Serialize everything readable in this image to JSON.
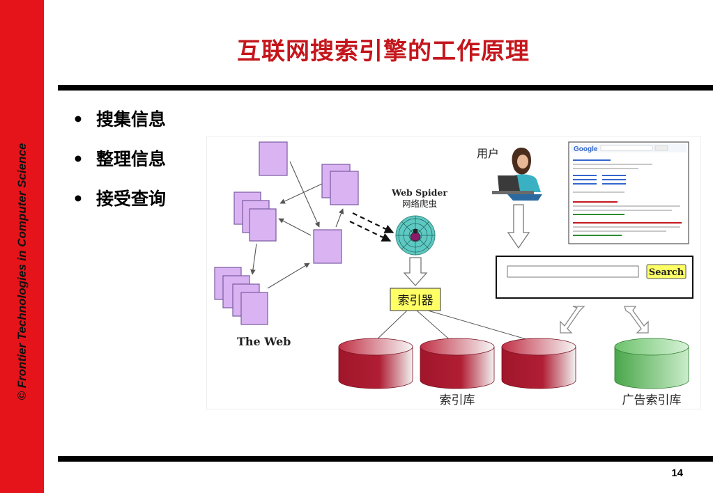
{
  "slide": {
    "sidebar_text": "© Frontier Technologies in Computer Science",
    "title": "互联网搜索引擎的工作原理",
    "bullets": [
      "搜集信息",
      "整理信息",
      "接受查询"
    ],
    "page_number": "14"
  },
  "diagram": {
    "the_web_label": "The Web",
    "spider_label_en": "Web Spider",
    "spider_label_cn": "网络爬虫",
    "indexer_label": "索引器",
    "user_label": "用户",
    "index_db_label": "索引库",
    "ad_db_label": "广告索引库",
    "search_button_label": "Search",
    "results_brand": "Google",
    "colors": {
      "page_fill": "#d9b3f2",
      "page_stroke": "#7a5aa0",
      "indexer_fill": "#ffff66",
      "db_red": "#9b1b2a",
      "db_green": "#5cb85c",
      "accent_red": "#c4161c",
      "sidebar_red": "#e5141b"
    }
  }
}
